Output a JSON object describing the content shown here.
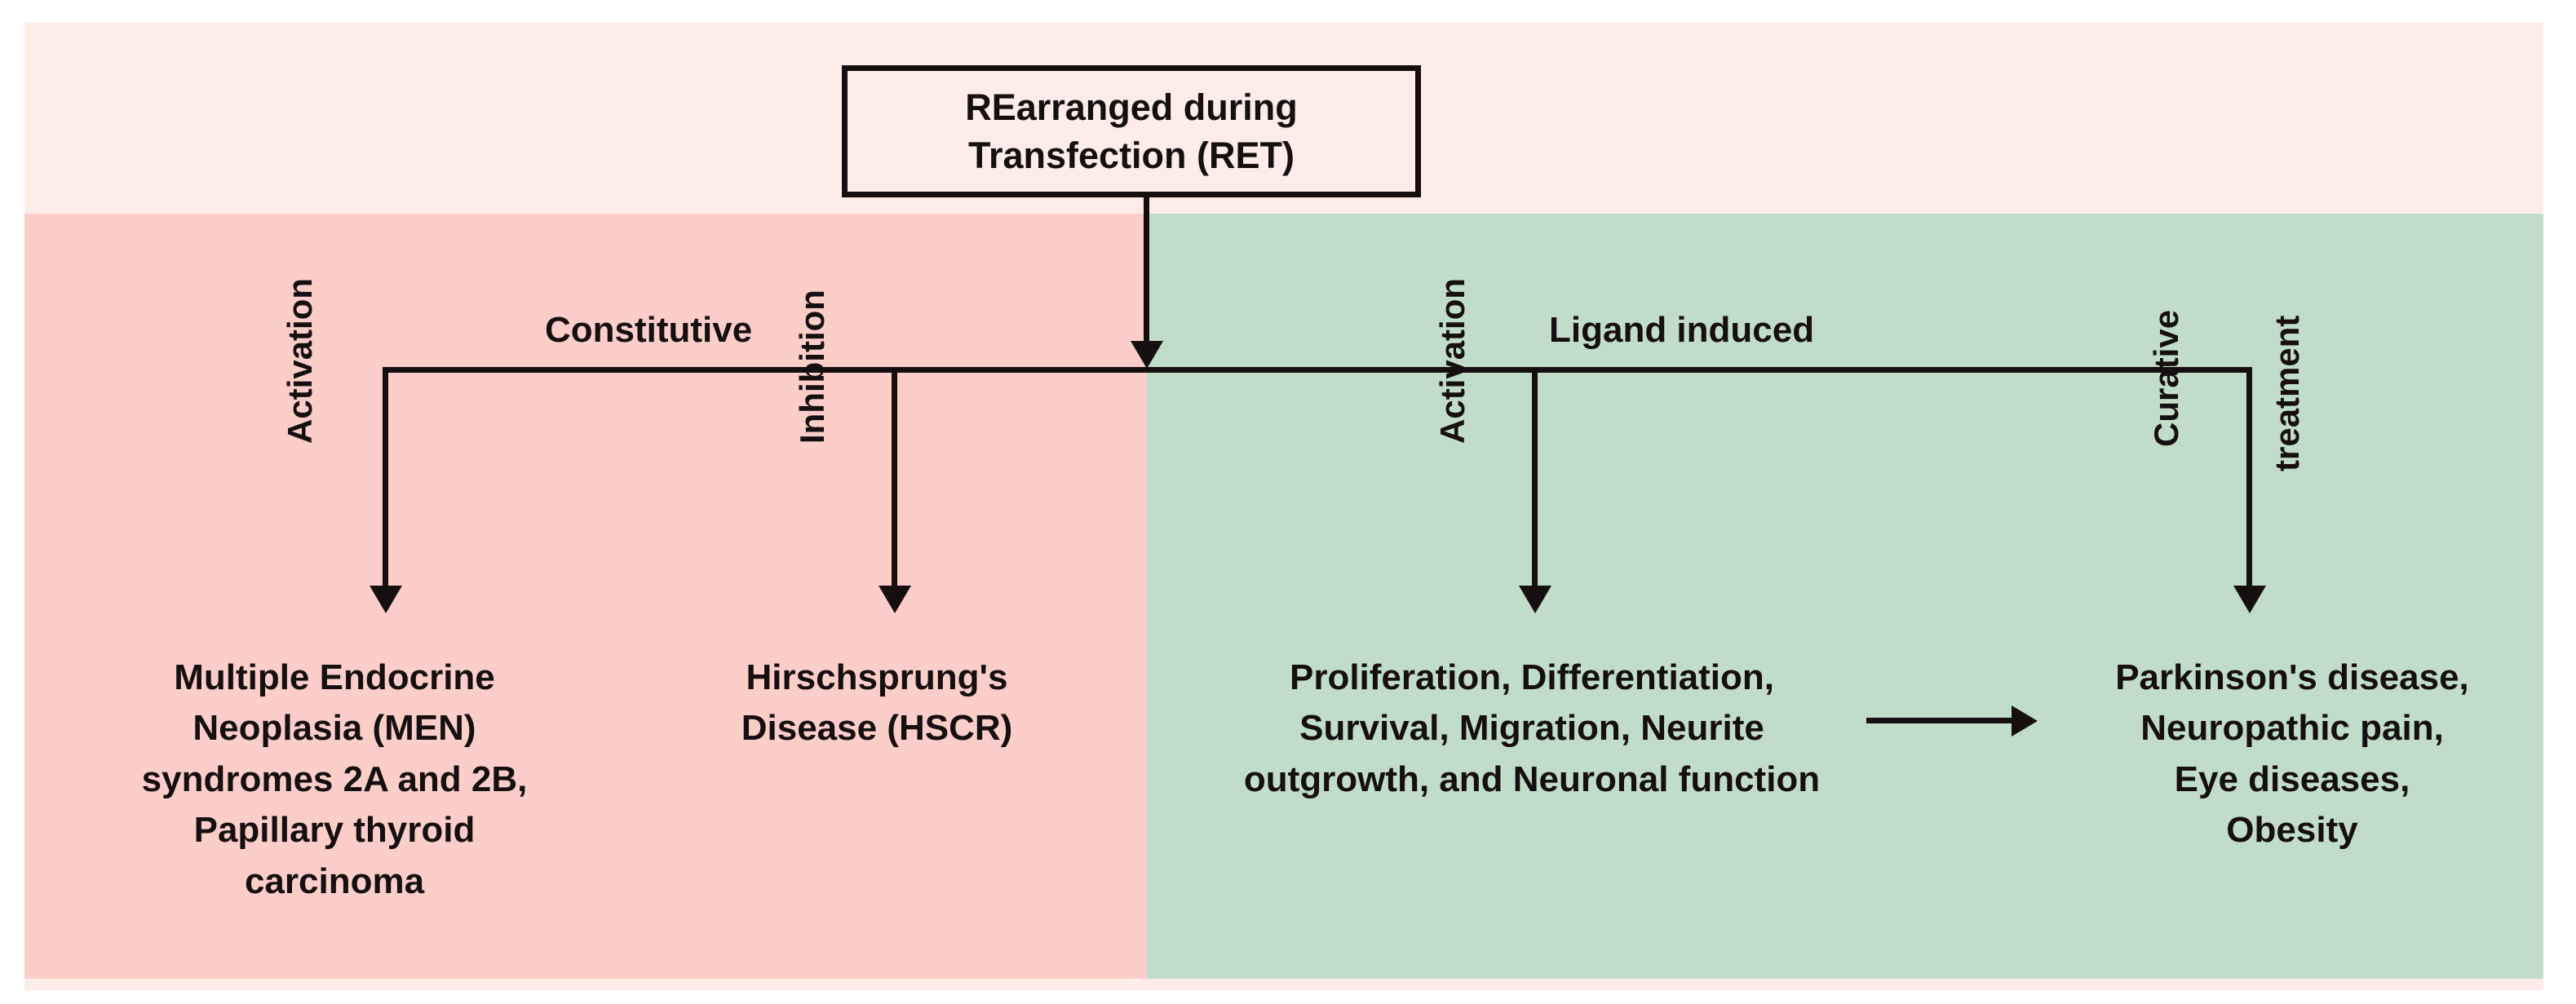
{
  "figure": {
    "type": "flow-diagram",
    "title_box": {
      "line1": "REarranged during",
      "line2": "Transfection (RET)"
    },
    "regions": [
      {
        "name": "constitutive",
        "color": "#FCCECA",
        "label": "Constitutive"
      },
      {
        "name": "ligand-induced",
        "color": "#C1DCC8",
        "label": "Ligand induced"
      }
    ],
    "top_band_color": "#FDECE8",
    "line_color": "#15100f",
    "branches": [
      {
        "id": "constitutive-activation",
        "region": "constitutive",
        "edge_label": "Activation",
        "outcome": "Multiple Endocrine Neoplasia (MEN) syndromes 2A and 2B, Papillary thyroid carcinoma",
        "outcome_lines": [
          "Multiple Endocrine",
          "Neoplasia (MEN)",
          "syndromes 2A and 2B,",
          "Papillary thyroid",
          "carcinoma"
        ]
      },
      {
        "id": "constitutive-inhibition",
        "region": "constitutive",
        "edge_label": "Inhibition",
        "outcome": "Hirschsprung's Disease (HSCR)",
        "outcome_lines": [
          "Hirschsprung's",
          "Disease (HSCR)"
        ]
      },
      {
        "id": "ligand-activation",
        "region": "ligand-induced",
        "edge_label": "Activation",
        "outcome": "Proliferation, Differentiation, Survival, Migration, Neurite outgrowth, and  Neuronal function",
        "outcome_lines": [
          "Proliferation, Differentiation,",
          "Survival, Migration, Neurite",
          "outgrowth, and  Neuronal function"
        ]
      },
      {
        "id": "ligand-curative-treatment",
        "region": "ligand-induced",
        "edge_label_left": "Curative",
        "edge_label_right": "treatment",
        "outcome": "Parkinson's disease, Neuropathic pain, Eye diseases, Obesity",
        "outcome_lines": [
          "Parkinson's disease,",
          "Neuropathic pain,",
          "Eye diseases,",
          "Obesity"
        ]
      }
    ],
    "cross_link": {
      "from": "ligand-activation",
      "to": "ligand-curative-treatment",
      "style": "right-arrow"
    }
  }
}
